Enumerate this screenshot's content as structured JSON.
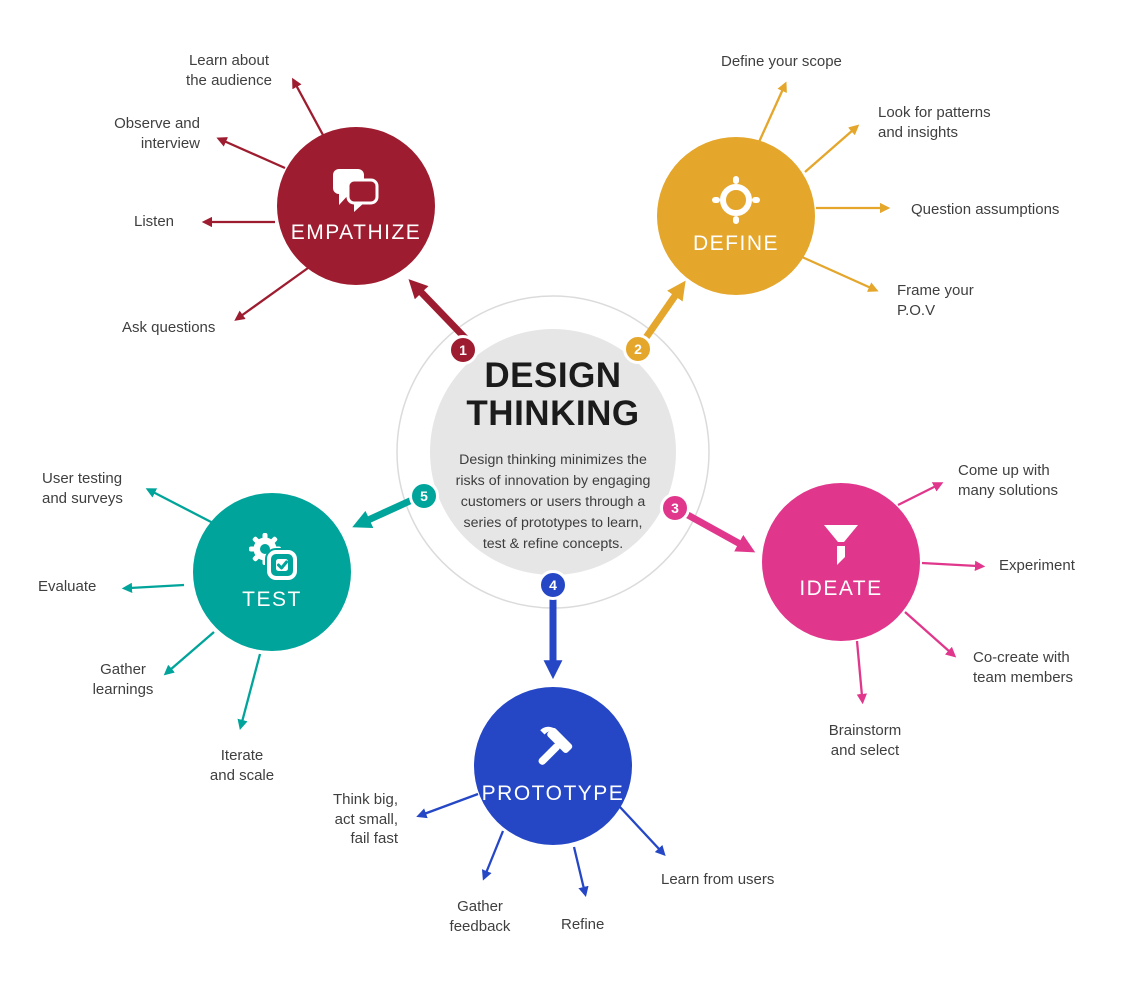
{
  "center": {
    "title": "DESIGN\nTHINKING",
    "description": "Design thinking minimizes the\nrisks of innovation by engaging\ncustomers or users through a\nseries of prototypes to learn,\ntest & refine concepts."
  },
  "colors": {
    "empathize": "#9E1C2F",
    "define": "#E4A62B",
    "ideate": "#E0378C",
    "prototype": "#2547C6",
    "test": "#00A49A",
    "center_fill": "#E7E6E6",
    "ring_stroke": "#DBDBDB",
    "label_text": "#3F3F3F"
  },
  "stages": [
    {
      "number": "1",
      "label": "EMPATHIZE",
      "icon": "speech-bubbles-icon",
      "color": "#9E1C2F",
      "items": [
        "Learn about\nthe audience",
        "Observe and\ninterview",
        "Listen",
        "Ask questions"
      ]
    },
    {
      "number": "2",
      "label": "DEFINE",
      "icon": "target-icon",
      "color": "#E4A62B",
      "items": [
        "Define your scope",
        "Look for patterns\nand insights",
        "Question assumptions",
        "Frame your\nP.O.V"
      ]
    },
    {
      "number": "3",
      "label": "IDEATE",
      "icon": "funnel-icon",
      "color": "#E0378C",
      "items": [
        "Come up with\nmany solutions",
        "Experiment",
        "Co-create with\nteam members",
        "Brainstorm\nand select"
      ]
    },
    {
      "number": "4",
      "label": "PROTOTYPE",
      "icon": "hammer-icon",
      "color": "#2547C6",
      "items": [
        "Think big,\nact small,\nfail fast",
        "Gather\nfeedback",
        "Refine",
        "Learn from users"
      ]
    },
    {
      "number": "5",
      "label": "TEST",
      "icon": "gear-check-icon",
      "color": "#00A49A",
      "items": [
        "User testing\nand surveys",
        "Evaluate",
        "Gather\nlearnings",
        "Iterate\nand scale"
      ]
    }
  ]
}
